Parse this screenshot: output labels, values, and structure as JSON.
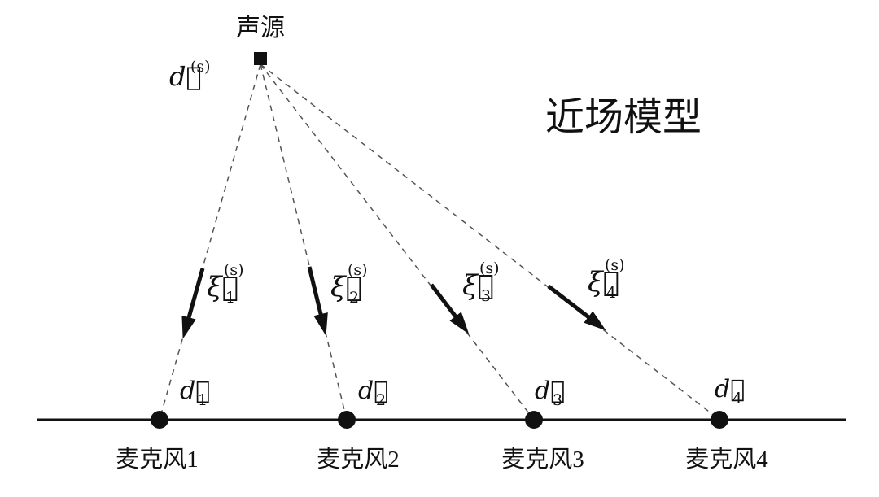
{
  "title": "近场模型",
  "source": {
    "label": "声源",
    "vector": {
      "base": "d⃗",
      "sup": "(s)"
    }
  },
  "mics": [
    {
      "label": "麦克风1",
      "d": {
        "base": "d⃗",
        "sub": "1"
      },
      "xi": {
        "base": "ξ⃗",
        "sub": "1",
        "sup": "(s)"
      }
    },
    {
      "label": "麦克风2",
      "d": {
        "base": "d⃗",
        "sub": "2"
      },
      "xi": {
        "base": "ξ⃗",
        "sub": "2",
        "sup": "(s)"
      }
    },
    {
      "label": "麦克风3",
      "d": {
        "base": "d⃗",
        "sub": "3"
      },
      "xi": {
        "base": "ξ⃗",
        "sub": "3",
        "sup": "(s)"
      }
    },
    {
      "label": "麦克风4",
      "d": {
        "base": "d⃗",
        "sub": "4"
      },
      "xi": {
        "base": "ξ⃗",
        "sub": "4",
        "sup": "(s)"
      }
    }
  ],
  "colors": {
    "ink": "#111111",
    "dash": "#555555",
    "background": "#ffffff"
  }
}
